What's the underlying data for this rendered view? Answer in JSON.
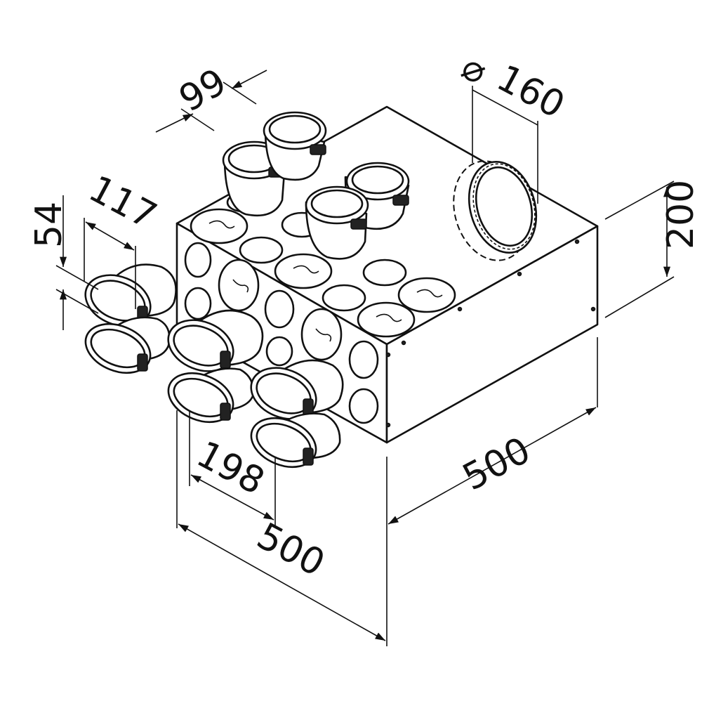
{
  "dimensions": {
    "outlet_pitch_top": "99",
    "main_port_diameter_symbol": "⌀",
    "main_port_diameter": "160",
    "outlet_height": "54",
    "outlet_width": "117",
    "box_height": "200",
    "outlet_pitch_side": "198",
    "box_depth": "500",
    "box_width": "500"
  }
}
